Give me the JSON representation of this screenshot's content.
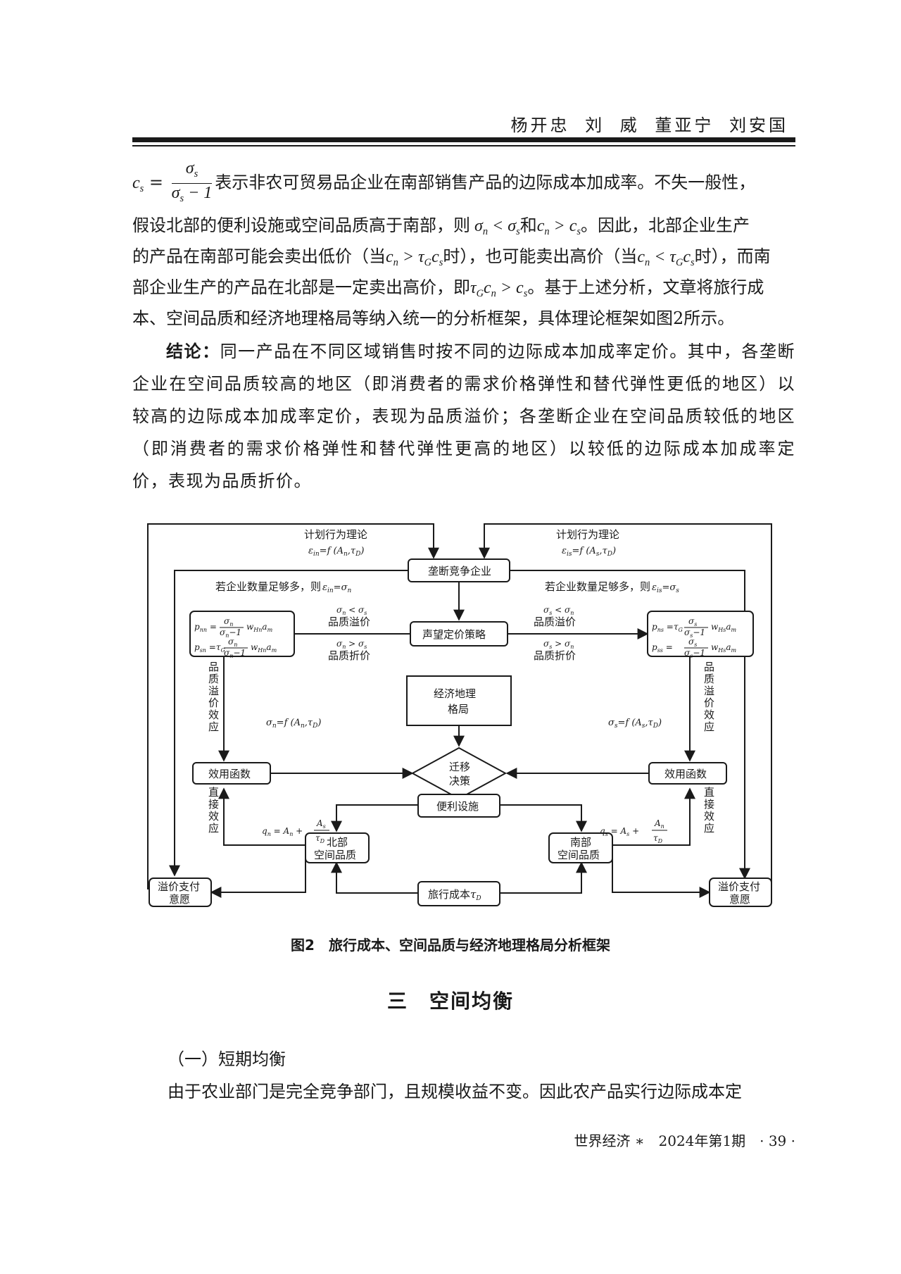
{
  "header": {
    "authors": "杨开忠  刘 威  董亚宁  刘安国"
  },
  "body": {
    "line1_text": "表示非农可贸易品企业在南部销售产品的边际成本加成率。不失一般性，",
    "line2_a": "假设北部的便利设施或空间品质高于南部，则",
    "line2_b": "和",
    "line2_c": "。因此，北部企业生产",
    "line3_a": "的产品在南部可能会卖出低价（当",
    "line3_b": "时），也可能卖出高价（当",
    "line3_c": "时），而南",
    "line4_a": "部企业生产的产品在北部是一定卖出高价，即",
    "line4_b": "。基于上述分析，文章将旅行成",
    "line5": "本、空间品质和经济地理格局等纳入统一的分析框架，具体理论框架如图2所示。"
  },
  "conclusion": {
    "label": "结论：",
    "text": "同一产品在不同区域销售时按不同的边际成本加成率定价。其中，各垄断企业在空间品质较高的地区（即消费者的需求价格弹性和替代弹性更低的地区）以较高的边际成本加成率定价，表现为品质溢价；各垄断企业在空间品质较低的地区（即消费者的需求价格弹性和替代弹性更高的地区）以较低的边际成本加成率定价，表现为品质折价。"
  },
  "diagram": {
    "top_left_theory": "计划行为理论",
    "top_right_theory": "计划行为理论",
    "monopoly": "垄断竞争企业",
    "left_condition": "若企业数量足够多，则",
    "right_condition": "若企业数量足够多，则",
    "pricing": "声望定价策略",
    "premium": "品质溢价",
    "discount": "品质折价",
    "left_vertical_1": "品质溢价效应",
    "right_vertical_1": "品质溢价效应",
    "left_vertical_2": "直接效应",
    "right_vertical_2": "直接效应",
    "econ_geo_line1": "经济地理",
    "econ_geo_line2": "格局",
    "utility": "效用函数",
    "migration_line1": "迁移",
    "migration_line2": "决策",
    "amenity": "便利设施",
    "north_line1": "北部",
    "north_line2": "空间品质",
    "south_line1": "南部",
    "south_line2": "空间品质",
    "travel_cost": "旅行成本",
    "wtp_line1": "溢价支付",
    "wtp_line2": "意愿"
  },
  "figure_caption": "图2　旅行成本、空间品质与经济地理格局分析框架",
  "section_title": "三　空间均衡",
  "subsection_title": "（一）短期均衡",
  "last_line": "由于农业部门是完全竞争部门，且规模收益不变。因此农产品实行边际成本定",
  "footer": "世界经济 ∗　2024年第1期　· 39 ·"
}
